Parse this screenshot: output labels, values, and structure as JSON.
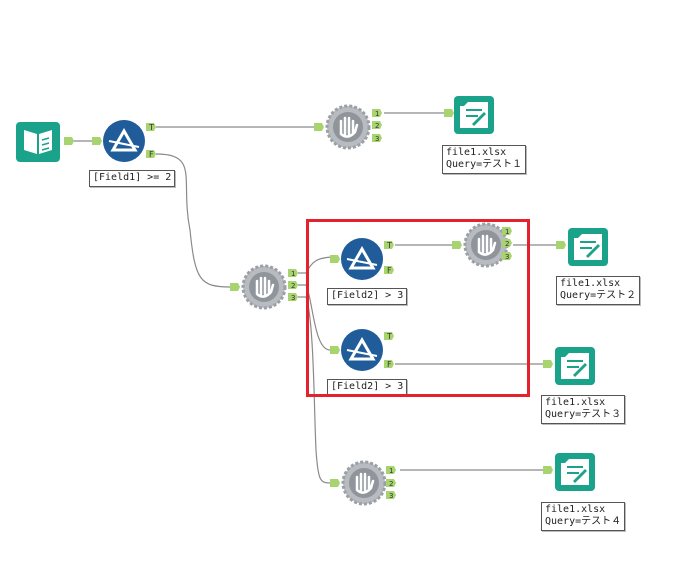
{
  "workflow": {
    "input_tool": {
      "icon": "input-data-icon",
      "color": "#1aa38a"
    },
    "filters": [
      {
        "id": "filter1",
        "annotation": "[Field1] >= 2",
        "true_label": "T",
        "false_label": "F"
      },
      {
        "id": "filter2",
        "annotation": "[Field2] > 3",
        "true_label": "T",
        "false_label": "F"
      },
      {
        "id": "filter3",
        "annotation": "[Field2] > 3",
        "true_label": "T",
        "false_label": "F"
      }
    ],
    "block_until_done": {
      "anchors": [
        "1",
        "2",
        "3"
      ],
      "icon": "hand-stop-icon"
    },
    "outputs": [
      {
        "id": "out1",
        "file": "file1.xlsx",
        "query": "Query=テスト１"
      },
      {
        "id": "out2",
        "file": "file1.xlsx",
        "query": "Query=テスト２"
      },
      {
        "id": "out3",
        "file": "file1.xlsx",
        "query": "Query=テスト３"
      },
      {
        "id": "out4",
        "file": "file1.xlsx",
        "query": "Query=テスト４"
      }
    ],
    "colors": {
      "filter_blue": "#1f5c99",
      "output_teal": "#1aa38a",
      "anchor_green": "#a8d46f",
      "gear_gray": "#9aa0a6",
      "highlight_red": "#e3222d"
    }
  }
}
